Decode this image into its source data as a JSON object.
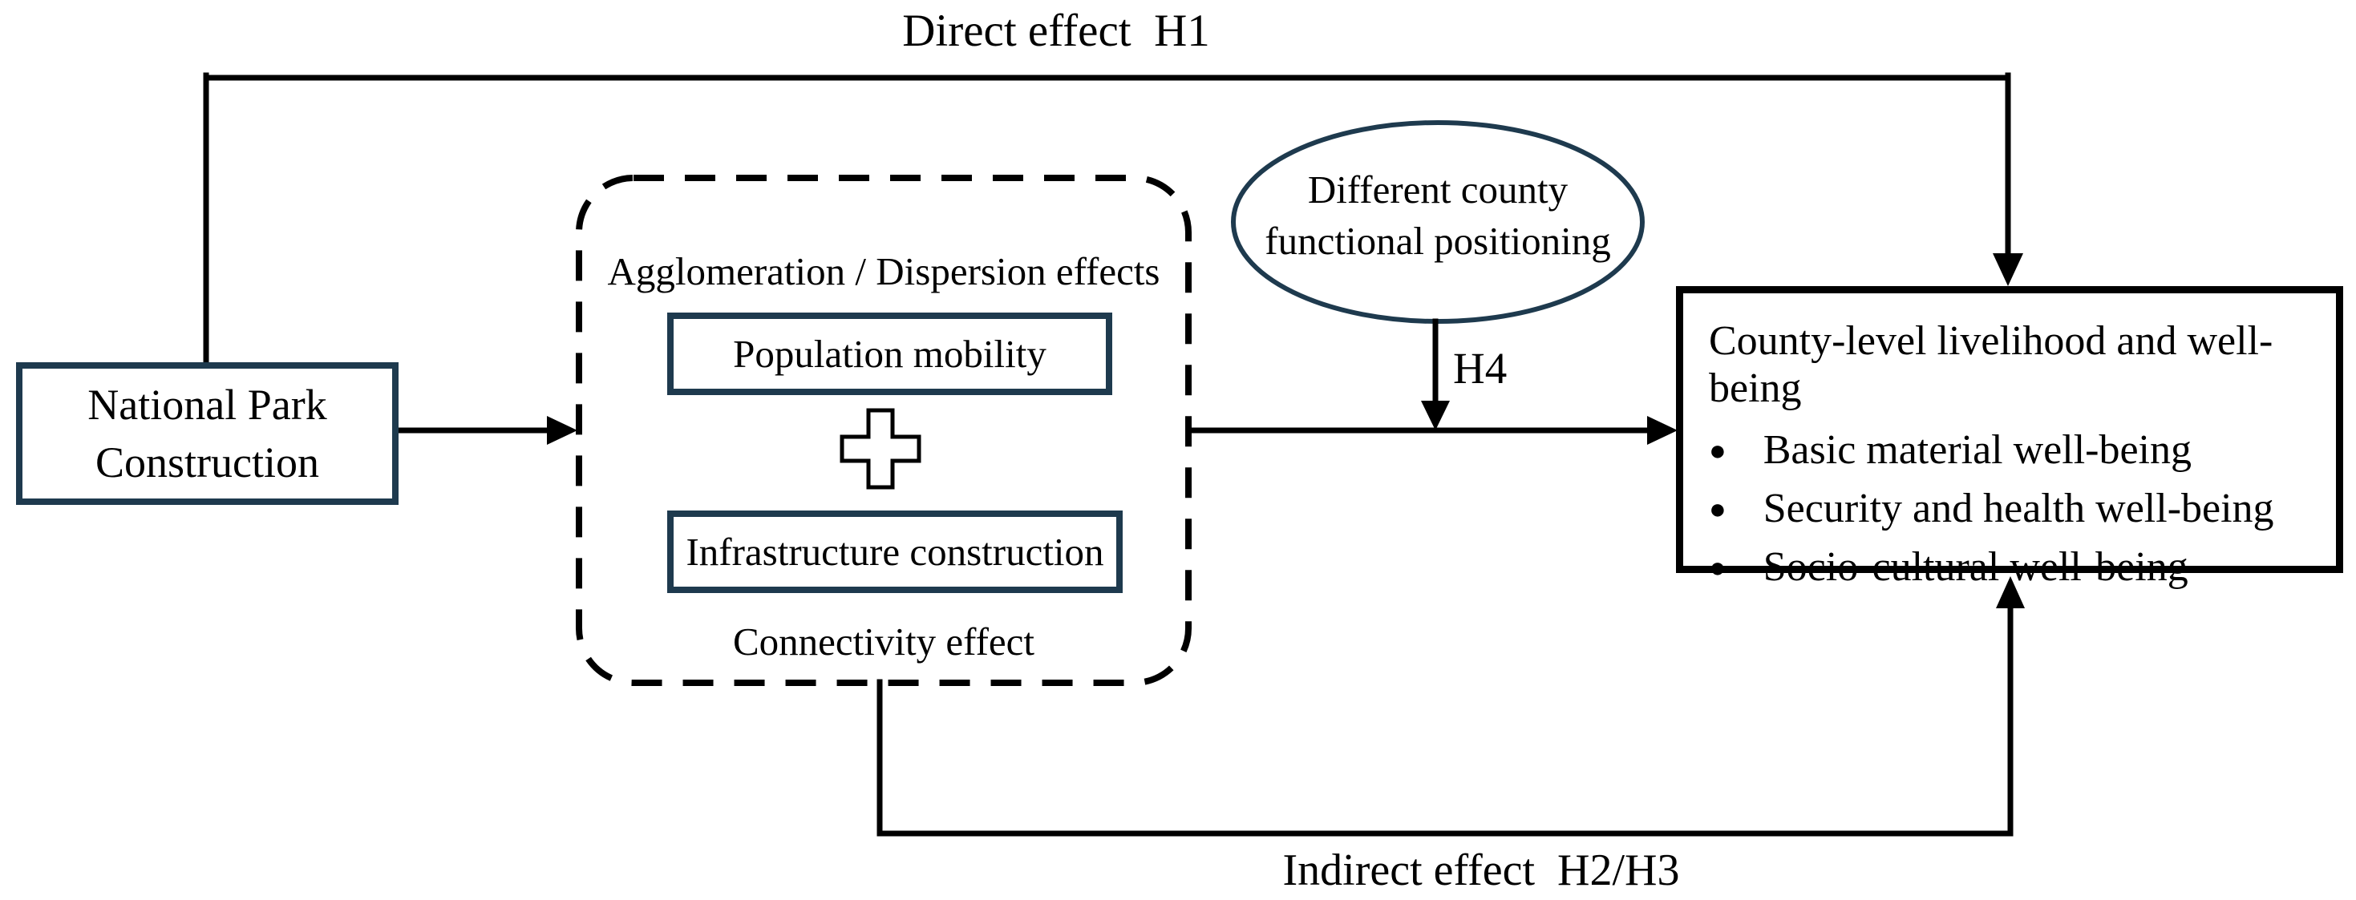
{
  "colors": {
    "navy": "#1e3a4e",
    "ink": "#000000"
  },
  "top_label": {
    "text": "Direct effect  H1"
  },
  "bottom_label": {
    "text": "Indirect effect  H2/H3"
  },
  "h4_label": {
    "text": "H4"
  },
  "national_park_box": {
    "lines": [
      "National Park",
      "Construction"
    ]
  },
  "mediation_group": {
    "header": "Agglomeration / Dispersion effects",
    "population_box": "Population mobility",
    "plus_icon": "plus",
    "infrastructure_box": "Infrastructure construction",
    "footer": "Connectivity effect"
  },
  "moderator_ellipse": {
    "lines": [
      "Different county",
      "functional positioning"
    ]
  },
  "outcome_box": {
    "title": "County-level livelihood and well-being",
    "bullet_glyph": "●",
    "items": [
      "Basic material well-being",
      "Security and health well-being",
      "Socio-cultural well-being"
    ]
  }
}
